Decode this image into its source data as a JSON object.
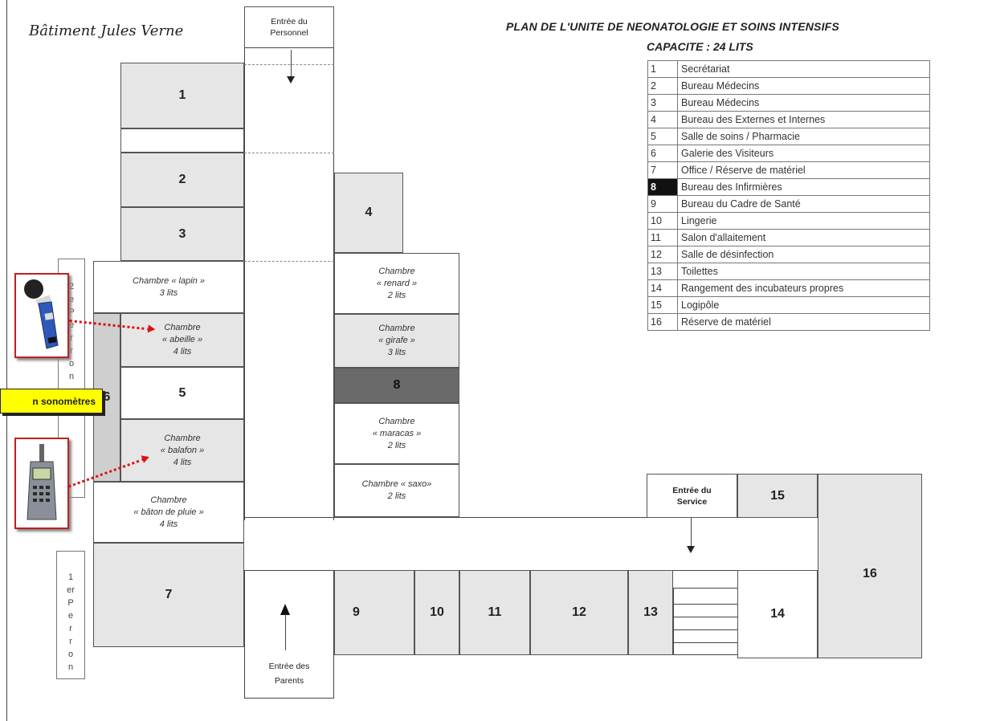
{
  "building_name": "Bâtiment Jules Verne",
  "title": "PLAN DE L'UNITE DE NEONATOLOGIE ET SOINS INTENSIFS",
  "capacity": "CAPACITE : 24 LITS",
  "entrances": {
    "staff": "Entrée du\nPersonnel",
    "service": "Entrée du\nService",
    "parents": "Entrée des\nParents"
  },
  "rooms": {
    "r1": "1",
    "r2": "2",
    "r3": "3",
    "r4": "4",
    "r5": "5",
    "r6": "6",
    "r7": "7",
    "r8": "8",
    "r9": "9",
    "r10": "10",
    "r11": "11",
    "r12": "12",
    "r13": "13",
    "r14": "14",
    "r15": "15",
    "r16": "16",
    "lapin": "Chambre « lapin »\n3 lits",
    "abeille": "Chambre\n« abeille »\n4 lits",
    "balafon": "Chambre\n« balafon »\n4 lits",
    "baton": "Chambre\n« bâton de pluie »\n4 lits",
    "renard": "Chambre\n« renard »\n2 lits",
    "girafe": "Chambre\n« girafe »\n3 lits",
    "maracas": "Chambre\n« maracas »\n2 lits",
    "saxo": "Chambre « saxo»\n2 lits"
  },
  "perron_2": "2\ne\nP\ne\nr\nr\no\nn",
  "perron_1": "1\ner\nP\ne\nr\nr\no\nn",
  "callout": "n sonomètres",
  "legend": [
    {
      "n": "1",
      "label": "Secrétariat"
    },
    {
      "n": "2",
      "label": "Bureau Médecins"
    },
    {
      "n": "3",
      "label": "Bureau Médecins"
    },
    {
      "n": "4",
      "label": "Bureau des Externes et Internes"
    },
    {
      "n": "5",
      "label": "Salle de soins / Pharmacie"
    },
    {
      "n": "6",
      "label": "Galerie des Visiteurs"
    },
    {
      "n": "7",
      "label": "Office / Réserve de matériel"
    },
    {
      "n": "8",
      "label": "Bureau des Infirmières"
    },
    {
      "n": "9",
      "label": "Bureau du Cadre de Santé"
    },
    {
      "n": "10",
      "label": "Lingerie"
    },
    {
      "n": "11",
      "label": "Salon d'allaitement"
    },
    {
      "n": "12",
      "label": "Salle de désinfection"
    },
    {
      "n": "13",
      "label": "Toilettes"
    },
    {
      "n": "14",
      "label": "Rangement des incubateurs propres"
    },
    {
      "n": "15",
      "label": "Logipôle"
    },
    {
      "n": "16",
      "label": "Réserve de matériel"
    }
  ],
  "colors": {
    "meter_border": "#c0201f",
    "callout_bg": "#ffff00",
    "arrow": "#dd1111"
  }
}
